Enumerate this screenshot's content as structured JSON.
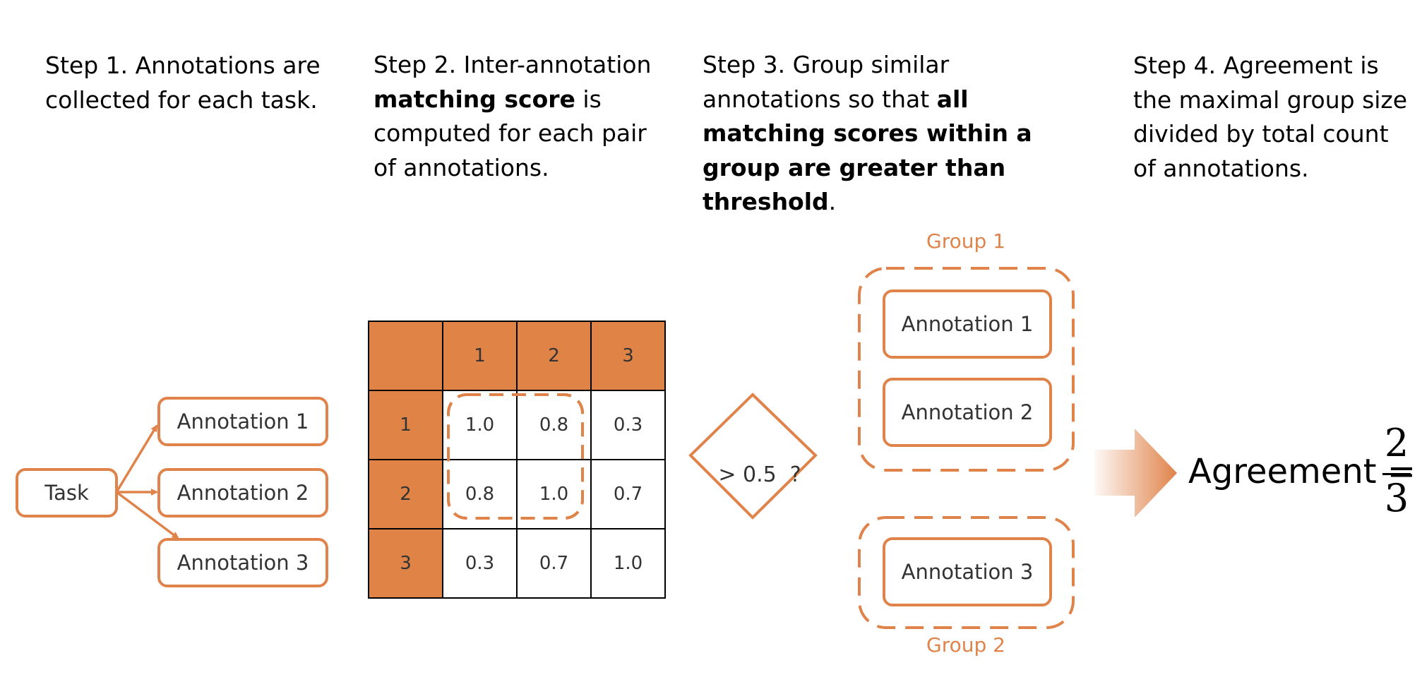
{
  "steps": {
    "s1": {
      "text1": "Step 1. Annotations are collected for each task."
    },
    "s2": {
      "pre": "Step 2. Inter-annotation ",
      "bold": "matching score",
      "post": " is computed for each pair of annotations."
    },
    "s3": {
      "pre": "Step 3. Group similar annotations so that ",
      "bold": "all matching scores within a group are greater than threshold",
      "post": "."
    },
    "s4": {
      "text1": "Step 4. Agreement is the maximal group size divided by total count of annotations."
    }
  },
  "step1_diagram": {
    "task": "Task",
    "annotations": [
      "Annotation 1",
      "Annotation 2",
      "Annotation 3"
    ]
  },
  "matrix": {
    "headers": [
      "1",
      "2",
      "3"
    ],
    "rows": [
      {
        "label": "1",
        "cells": [
          "1.0",
          "0.8",
          "0.3"
        ]
      },
      {
        "label": "2",
        "cells": [
          "0.8",
          "1.0",
          "0.7"
        ]
      },
      {
        "label": "3",
        "cells": [
          "0.3",
          "0.7",
          "1.0"
        ]
      }
    ]
  },
  "threshold": "> 0.5  ?",
  "groups": {
    "group1": {
      "label": "Group 1",
      "items": [
        "Annotation 1",
        "Annotation 2"
      ]
    },
    "group2": {
      "label": "Group 2",
      "items": [
        "Annotation 3"
      ]
    }
  },
  "result": {
    "label": "Agreement =",
    "numerator": "2",
    "denominator": "3"
  },
  "colors": {
    "accent": "#E0834A",
    "header_fill": "#DF8347"
  }
}
